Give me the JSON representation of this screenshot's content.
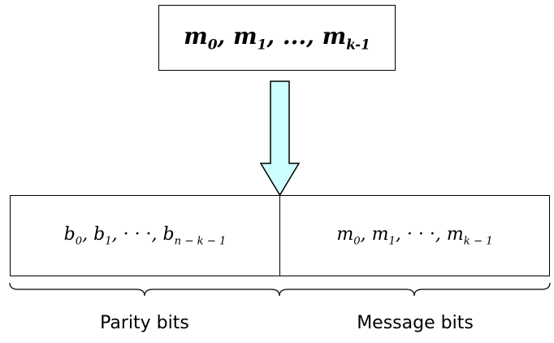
{
  "input_box": {
    "symbols": [
      "m",
      "m",
      "m"
    ],
    "subscripts": [
      "0",
      "1",
      "k-1"
    ],
    "separator": ", ",
    "ellipsis": "...,"
  },
  "codeword": {
    "parity_cell": {
      "symbol": "b",
      "subs": [
        "0",
        "1",
        "n − k − 1"
      ],
      "dots": "· · ·"
    },
    "message_cell": {
      "symbol": "m",
      "subs": [
        "0",
        "1",
        "k − 1"
      ],
      "dots": "· · ·"
    }
  },
  "labels": {
    "parity": "Parity bits",
    "message": "Message bits"
  },
  "colors": {
    "arrow_fill": "#ccffff",
    "stroke": "#000000"
  }
}
